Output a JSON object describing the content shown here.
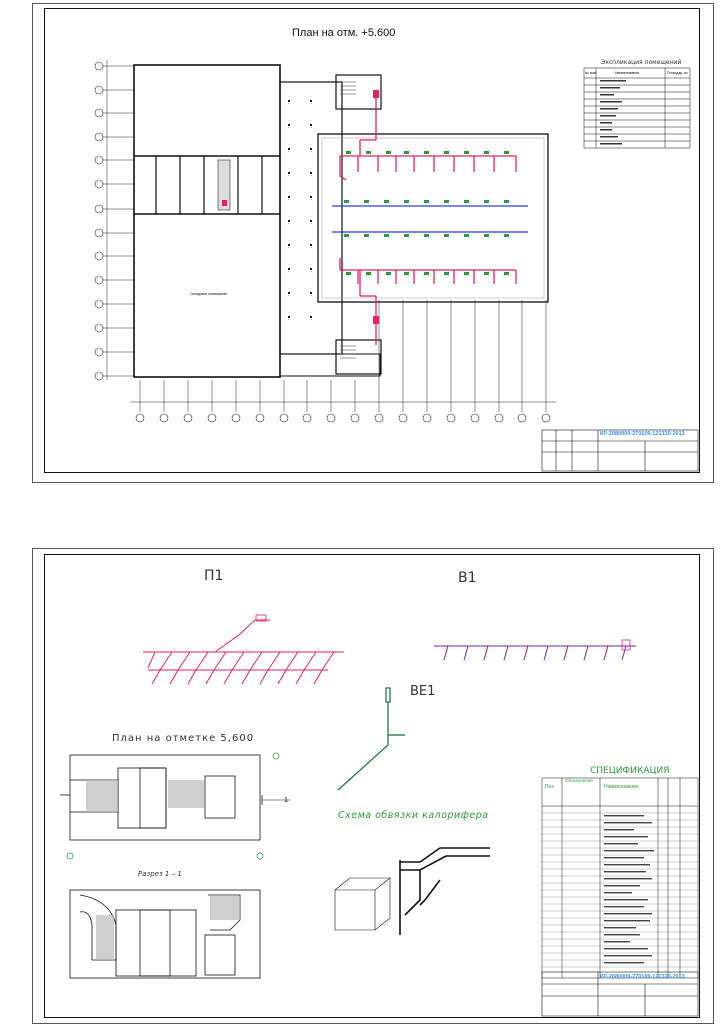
{
  "sheet1": {
    "title": "План на отм. +5.600",
    "explication_title": "Экспликация помещений",
    "explication_head": [
      "№ пом.",
      "Наименование",
      "Площадь, м²"
    ],
    "hall_label": "Складское помещение",
    "titleblock_code": "КР-2080009-270109-121330-2013"
  },
  "sheet2": {
    "p1_label": "П1",
    "v1_label": "В1",
    "ve1_label": "ВЕ1",
    "plan_label": "План на отметке 5,600",
    "section_label": "Разрез 1 – 1",
    "heater_label": "Схема обвязки калорифера",
    "spec_title": "СПЕЦИФИКАЦИЯ",
    "spec_head": [
      "Поз.",
      "Обозначение",
      "Наименование"
    ],
    "titleblock_code": "КР-2080009-270109-121330-2013",
    "marker_1": "1"
  },
  "colors": {
    "supply": "#e0245e",
    "exhaust": "#2d3ad6",
    "accent": "#2b9a3c",
    "code": "#3a8df0"
  }
}
